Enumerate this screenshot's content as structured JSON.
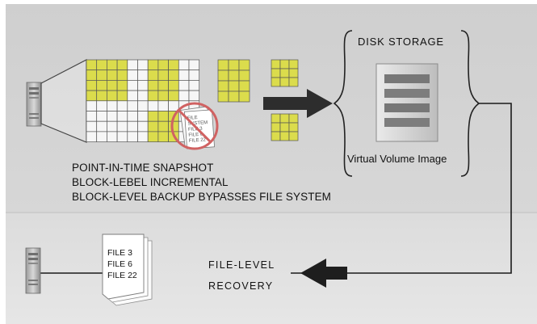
{
  "snapshot": {
    "captions": [
      "POINT-IN-TIME SNAPSHOT",
      "BLOCK-LEBEL INCREMENTAL",
      "BLOCK-LEVEL BACKUP BYPASSES FILE SYSTEM"
    ],
    "crossed_doc_lines": [
      "FILE",
      "SYSTEM",
      "FILE 3",
      "FILE 6",
      "FILE 22"
    ]
  },
  "storage": {
    "title": "DISK STORAGE",
    "image_label": "Virtual Volume Image"
  },
  "recovery": {
    "label_line1": "FILE-LEVEL",
    "label_line2": "RECOVERY",
    "files": [
      "FILE 3",
      "FILE 6",
      "FILE 22"
    ]
  },
  "colors": {
    "panel_top": "#d2d2d2",
    "panel_bottom": "#e0e0e0",
    "block_yellow": "#dbdc4c",
    "prohibited_red": "#d06262"
  },
  "icons": [
    "server-icon",
    "prohibited-icon",
    "arrow-right-icon",
    "arrow-left-icon",
    "disk-array-icon"
  ]
}
